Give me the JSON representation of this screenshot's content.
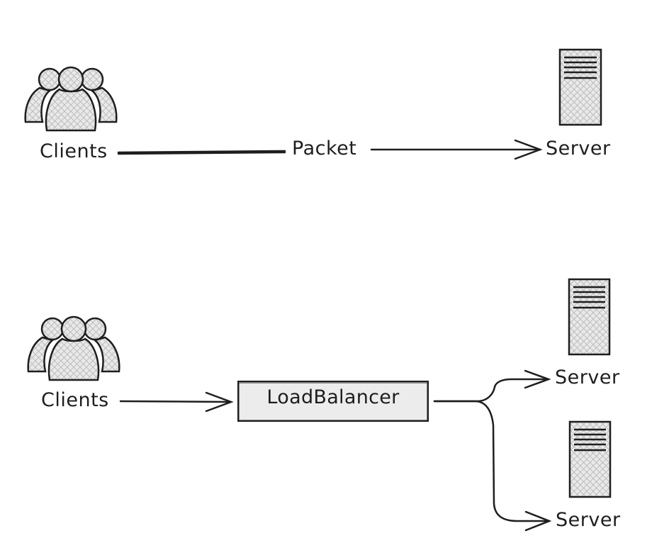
{
  "diagram": {
    "top_flow": {
      "clients_label": "Clients",
      "edge_label": "Packet",
      "server_label": "Server"
    },
    "bottom_flow": {
      "clients_label": "Clients",
      "load_balancer_label": "LoadBalancer",
      "server_labels": [
        "Server",
        "Server"
      ]
    }
  },
  "colors": {
    "stroke": "#1e1e1e",
    "icon_fill": "#e6e6e6",
    "box_fill": "#ececec",
    "background": "#ffffff"
  },
  "icons": [
    "users-icon",
    "server-icon"
  ]
}
